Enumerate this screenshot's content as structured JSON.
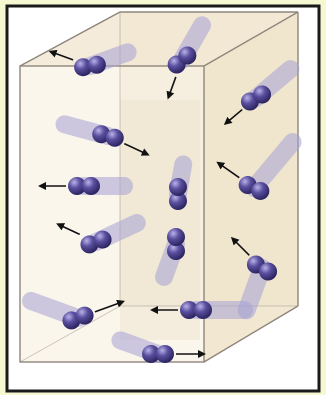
{
  "figure": {
    "kind": "gas molecules moving randomly inside a closed container",
    "molecule": "diatomic",
    "molecule_count": 13,
    "colors": {
      "page_background": "#f6f8d2",
      "outer_frame": "#1a1a1a",
      "container_back": "#efe3c8",
      "container_face": "#fbf6ec",
      "container_edge": "#9a8f86",
      "molecule": "#4f4592",
      "motion_trail": "#a6a2d6",
      "arrow": "#111111"
    }
  }
}
